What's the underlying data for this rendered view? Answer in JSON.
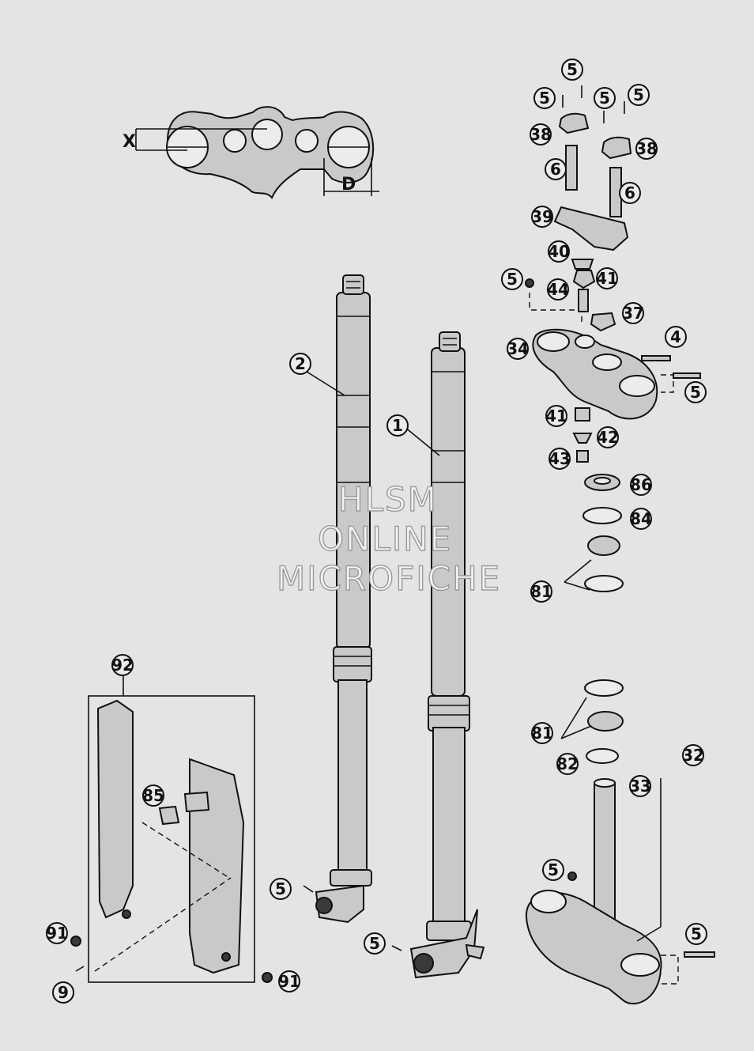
{
  "title": "",
  "watermark": [
    "HLSM",
    "ONLINE",
    "MICROFICHE"
  ],
  "dimension_labels": {
    "x": "X",
    "d": "D"
  },
  "callouts": [
    {
      "id": "c5a",
      "label": "5"
    },
    {
      "id": "c5b",
      "label": "5"
    },
    {
      "id": "c5c",
      "label": "5"
    },
    {
      "id": "c5d",
      "label": "5"
    },
    {
      "id": "c38a",
      "label": "38"
    },
    {
      "id": "c38b",
      "label": "38"
    },
    {
      "id": "c6a",
      "label": "6"
    },
    {
      "id": "c6b",
      "label": "6"
    },
    {
      "id": "c39",
      "label": "39"
    },
    {
      "id": "c40",
      "label": "40"
    },
    {
      "id": "c41a",
      "label": "41"
    },
    {
      "id": "c5e",
      "label": "5"
    },
    {
      "id": "c44",
      "label": "44"
    },
    {
      "id": "c37",
      "label": "37"
    },
    {
      "id": "c34",
      "label": "34"
    },
    {
      "id": "c4",
      "label": "4"
    },
    {
      "id": "c5f",
      "label": "5"
    },
    {
      "id": "c41b",
      "label": "41"
    },
    {
      "id": "c42",
      "label": "42"
    },
    {
      "id": "c43",
      "label": "43"
    },
    {
      "id": "c86",
      "label": "86"
    },
    {
      "id": "c84",
      "label": "84"
    },
    {
      "id": "c81a",
      "label": "81"
    },
    {
      "id": "c2",
      "label": "2"
    },
    {
      "id": "c1",
      "label": "1"
    },
    {
      "id": "c92",
      "label": "92"
    },
    {
      "id": "c85",
      "label": "85"
    },
    {
      "id": "c81b",
      "label": "81"
    },
    {
      "id": "c82",
      "label": "82"
    },
    {
      "id": "c32",
      "label": "32"
    },
    {
      "id": "c33",
      "label": "33"
    },
    {
      "id": "c5g",
      "label": "5"
    },
    {
      "id": "c5h",
      "label": "5"
    },
    {
      "id": "c5i",
      "label": "5"
    },
    {
      "id": "c5j",
      "label": "5"
    },
    {
      "id": "c91a",
      "label": "91"
    },
    {
      "id": "c9",
      "label": "9"
    },
    {
      "id": "c91b",
      "label": "91"
    }
  ]
}
